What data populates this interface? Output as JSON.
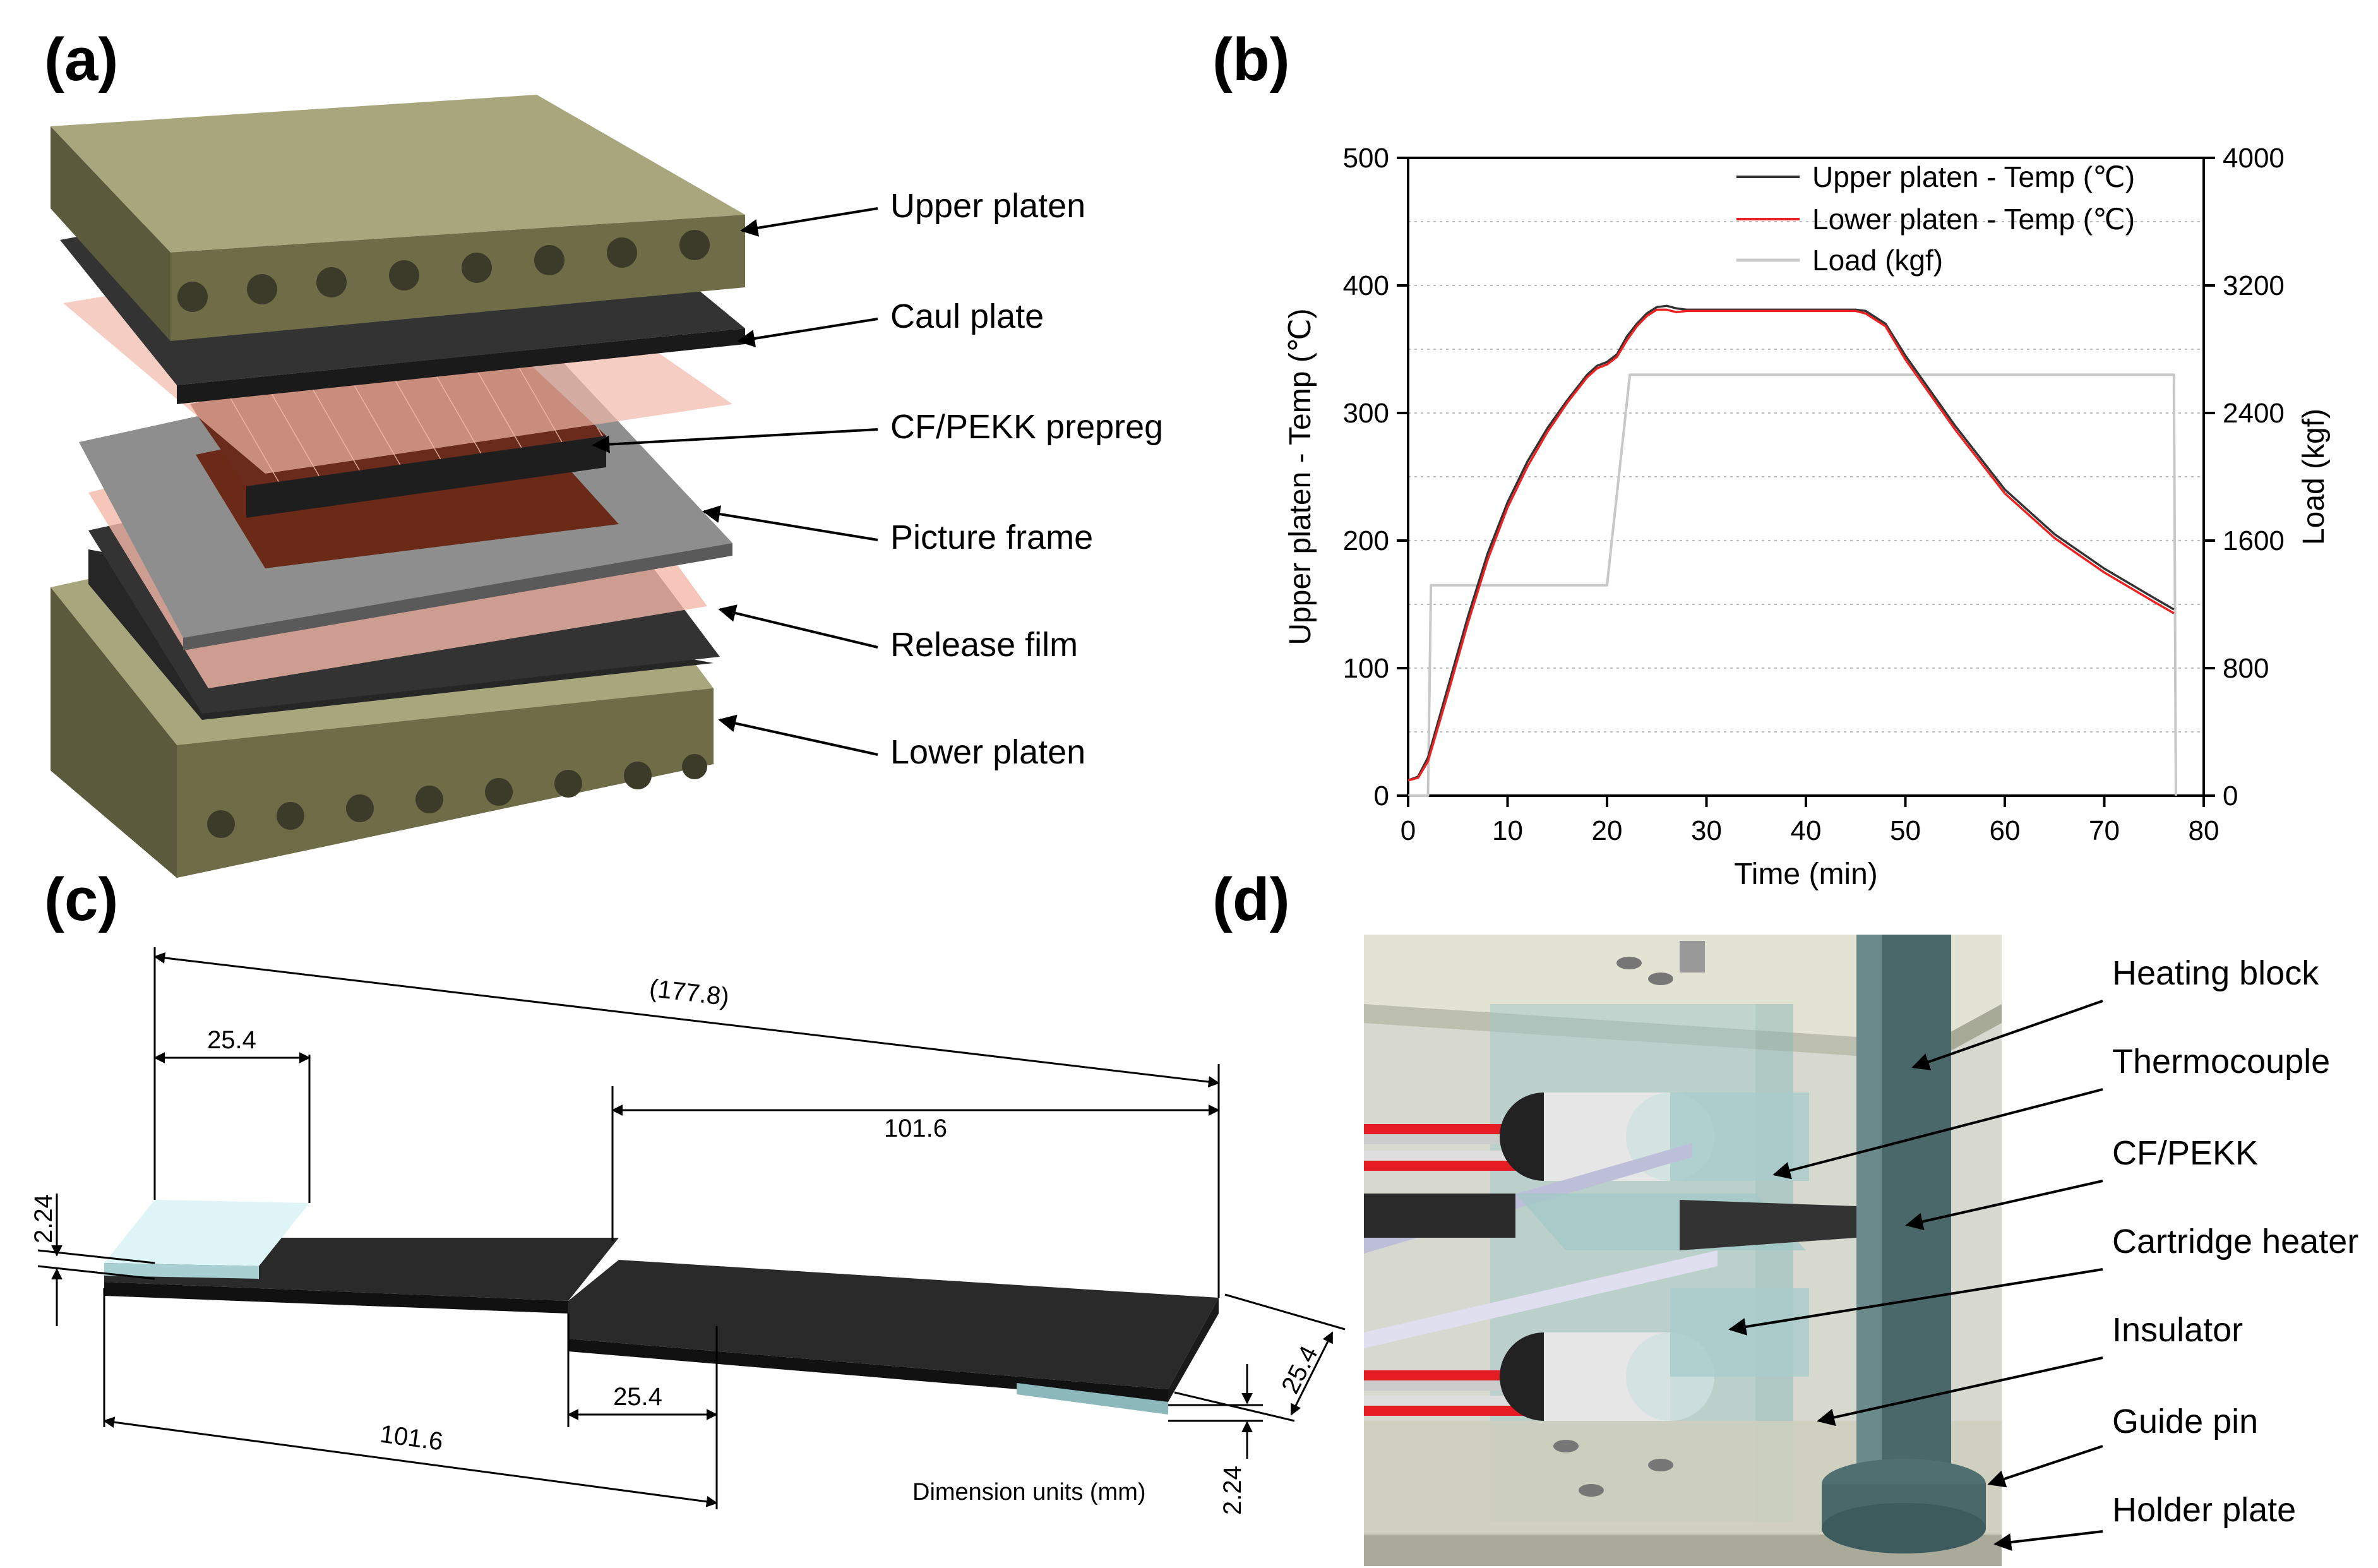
{
  "panels": {
    "a": {
      "label": "(a)",
      "callouts": [
        "Upper platen",
        "Caul plate",
        "CF/PEKK prepreg",
        "Picture frame",
        "Release film",
        "Lower platen"
      ]
    },
    "b": {
      "label": "(b)"
    },
    "c": {
      "label": "(c)",
      "dims": {
        "overall": "(177.8)",
        "tab_top": "25.4",
        "right_len": "101.6",
        "thk_left": "2.24",
        "overlap": "25.4",
        "left_len": "101.6",
        "thk_right": "2.24",
        "width": "25.4"
      },
      "units_note": "Dimension units (mm)"
    },
    "d": {
      "label": "(d)",
      "callouts": [
        "Heating block",
        "Thermocouple",
        "CF/PEKK",
        "Cartridge heater",
        "Insulator",
        "Guide pin",
        "Holder plate"
      ]
    }
  },
  "chart_data": {
    "type": "line",
    "xlabel": "Time (min)",
    "ylabel": "Upper platen - Temp (℃)",
    "y2label": "Load (kgf)",
    "xlim": [
      0,
      80
    ],
    "ylim": [
      0,
      500
    ],
    "y2lim": [
      0,
      4000
    ],
    "xticks": [
      "0",
      "10",
      "20",
      "30",
      "40",
      "50",
      "60",
      "70",
      "80"
    ],
    "yticks": [
      "0",
      "100",
      "200",
      "300",
      "400",
      "500"
    ],
    "y2ticks": [
      "0",
      "800",
      "1600",
      "2400",
      "3200",
      "4000"
    ],
    "grid": true,
    "legend_position": "top-right",
    "colors": {
      "upper": "#333333",
      "lower": "#ee2222",
      "load": "#c8c8c8"
    },
    "series": [
      {
        "name": "Upper platen - Temp (℃)",
        "axis": "left",
        "x": [
          0,
          1,
          2,
          4,
          6,
          8,
          10,
          12,
          14,
          16,
          18,
          19,
          20,
          21,
          22,
          23,
          24,
          25,
          26,
          27,
          28,
          30,
          35,
          40,
          45,
          46,
          48,
          50,
          55,
          60,
          65,
          70,
          75,
          77
        ],
        "y": [
          12,
          15,
          30,
          85,
          140,
          190,
          230,
          262,
          288,
          310,
          330,
          337,
          340,
          346,
          360,
          370,
          378,
          383,
          384,
          382,
          381,
          381,
          381,
          381,
          381,
          380,
          370,
          345,
          290,
          240,
          205,
          178,
          155,
          146
        ]
      },
      {
        "name": "Lower platen - Temp (℃)",
        "axis": "left",
        "x": [
          0,
          1,
          2,
          4,
          6,
          8,
          10,
          12,
          14,
          16,
          18,
          19,
          20,
          21,
          22,
          23,
          24,
          25,
          26,
          27,
          28,
          30,
          35,
          40,
          45,
          46,
          48,
          50,
          55,
          60,
          65,
          70,
          75,
          77
        ],
        "y": [
          12,
          14,
          27,
          80,
          135,
          185,
          226,
          258,
          285,
          308,
          328,
          335,
          338,
          344,
          357,
          368,
          376,
          381,
          381,
          379,
          380,
          380,
          380,
          380,
          380,
          378,
          368,
          342,
          287,
          237,
          202,
          175,
          152,
          143
        ]
      },
      {
        "name": "Load (kgf)",
        "axis": "right",
        "x": [
          0,
          2,
          2.3,
          20,
          22.3,
          77,
          77.2
        ],
        "y": [
          0,
          0,
          1320,
          1320,
          2640,
          2640,
          0
        ]
      }
    ]
  }
}
